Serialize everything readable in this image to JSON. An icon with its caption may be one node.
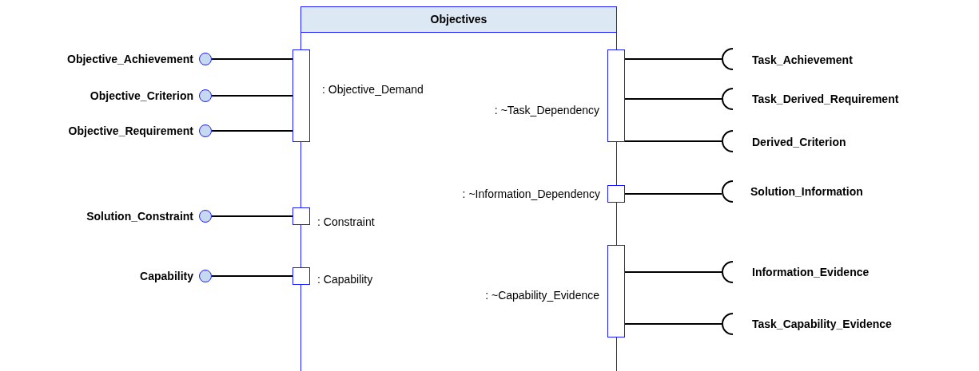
{
  "diagram": {
    "nodes": [
      {
        "text": [
          "Objectives"
        ]
      },
      {
        "text": [],
        "shape": "circle",
        "beside": [
          "Objective_Achievement"
        ]
      },
      {
        "text": [],
        "shape": "circle",
        "beside": [
          "Objective_Criterion"
        ]
      },
      {
        "text": [],
        "shape": "circle",
        "beside": [
          "Objective_Requirement"
        ]
      },
      {
        "text": [],
        "shape": "box"
      },
      {
        "text": [],
        "shape": "circle",
        "beside": [
          "Solution_Constraint"
        ]
      },
      {
        "text": [],
        "shape": "box"
      },
      {
        "text": [],
        "shape": "circle",
        "beside": [
          "Capability"
        ]
      },
      {
        "text": [],
        "shape": "box"
      },
      {
        "text": [],
        "shape": "box"
      },
      {
        "text": [],
        "shape": "arc",
        "beside": [
          "Task_Achievement"
        ]
      },
      {
        "text": [],
        "shape": "arc",
        "beside": [
          "Task_Derived_Requirement"
        ]
      },
      {
        "text": [],
        "shape": "arc",
        "beside": [
          "Derived_Criterion"
        ]
      },
      {
        "text": [],
        "shape": "box"
      },
      {
        "text": [],
        "shape": "arc",
        "beside": [
          "Solution_Information"
        ]
      },
      {
        "text": [],
        "shape": "box"
      },
      {
        "text": [],
        "shape": "arc",
        "beside": [
          "Information_Evidence"
        ]
      },
      {
        "text": [],
        "shape": "arc",
        "beside": [
          "Task_Capability_Evidence"
        ]
      }
    ],
    "edges": [
      {
        "from": 1,
        "to": 4,
        "arrow": "none"
      },
      {
        "from": 2,
        "to": 4,
        "arrow": "none"
      },
      {
        "from": 3,
        "to": 4,
        "arrow": "none"
      },
      {
        "from": 5,
        "to": 6,
        "arrow": "none"
      },
      {
        "from": 7,
        "to": 8,
        "arrow": "none"
      },
      {
        "from": 9,
        "to": 10,
        "arrow": "none"
      },
      {
        "from": 9,
        "to": 11,
        "arrow": "none"
      },
      {
        "from": 9,
        "to": 12,
        "arrow": "none"
      },
      {
        "from": 13,
        "to": 14,
        "arrow": "none"
      },
      {
        "from": 15,
        "to": 16,
        "arrow": "none"
      },
      {
        "from": 15,
        "to": 17,
        "arrow": "none"
      }
    ],
    "labels": [
      ": Objective_Demand",
      ": ~Task_Dependency",
      ": ~Information_Dependency",
      ": Constraint",
      ": Capability",
      ": ~Capability_Evidence"
    ]
  }
}
